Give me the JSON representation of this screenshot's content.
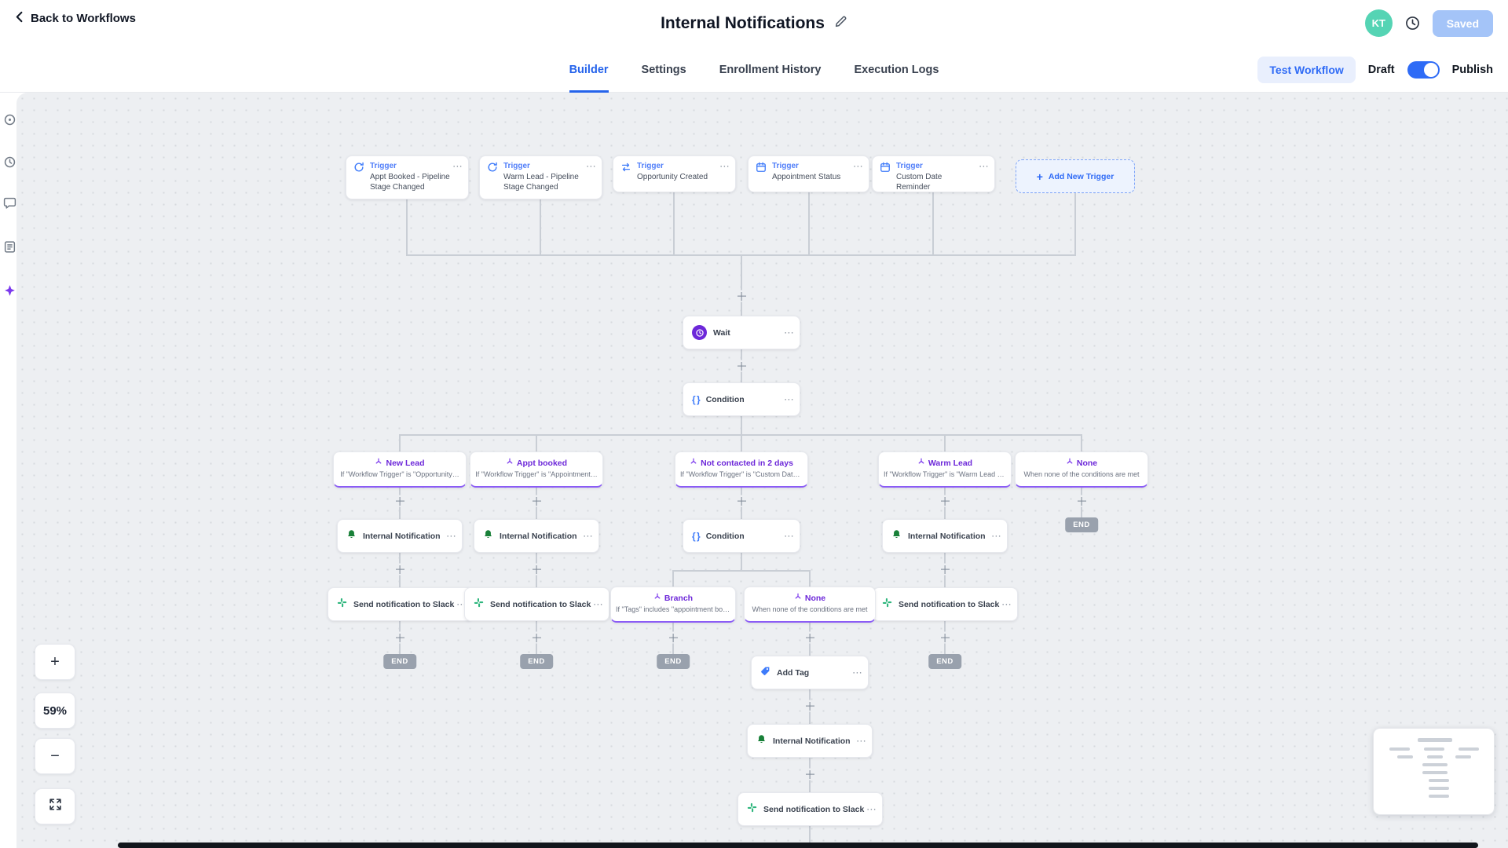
{
  "header": {
    "back_label": "Back to Workflows",
    "title": "Internal Notifications",
    "avatar_initials": "KT",
    "saved_label": "Saved"
  },
  "tabs": {
    "builder": "Builder",
    "settings": "Settings",
    "enrollment_history": "Enrollment History",
    "execution_logs": "Execution Logs",
    "active": "Builder"
  },
  "toolbar": {
    "test_workflow_label": "Test Workflow",
    "draft_label": "Draft",
    "publish_label": "Publish",
    "draft_toggle_on": true
  },
  "icons": {
    "ellipsis": "⋯",
    "plus": "+",
    "minus": "−",
    "braces": "{ }"
  },
  "canvas": {
    "zoom_level": "59%",
    "triggers": [
      {
        "label": "Trigger",
        "name": "Appt Booked - Pipeline Stage Changed"
      },
      {
        "label": "Trigger",
        "name": "Warm Lead - Pipeline Stage Changed"
      },
      {
        "label": "Trigger",
        "name": "Opportunity Created"
      },
      {
        "label": "Trigger",
        "name": "Appointment Status"
      },
      {
        "label": "Trigger",
        "name": "Custom Date Reminder"
      }
    ],
    "add_trigger_label": "Add New Trigger",
    "labels": {
      "wait": "Wait",
      "condition": "Condition",
      "internal_notification": "Internal Notification",
      "send_slack": "Send notification to Slack",
      "add_tag": "Add Tag",
      "end": "END"
    },
    "branches": [
      {
        "name": "New Lead",
        "desc": "If \"Workflow Trigger\" is \"Opportunity…"
      },
      {
        "name": "Appt booked",
        "desc": "If \"Workflow Trigger\" is \"Appointment…"
      },
      {
        "name": "Not contacted in 2 days",
        "desc": "If \"Workflow Trigger\" is \"Custom Date…"
      },
      {
        "name": "Warm Lead",
        "desc": "If \"Workflow Trigger\" is \"Warm Lead -…"
      },
      {
        "name": "None",
        "desc": "When none of the conditions are met"
      }
    ],
    "sub_branches": [
      {
        "name": "Branch",
        "desc": "If \"Tags\" includes \"appointment booke…"
      },
      {
        "name": "None",
        "desc": "When none of the conditions are met"
      }
    ]
  }
}
